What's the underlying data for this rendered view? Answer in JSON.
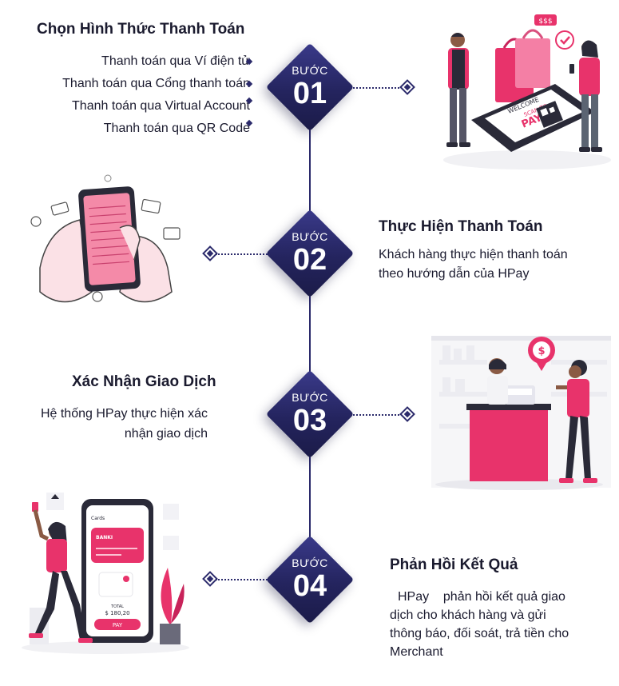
{
  "steps": [
    {
      "word": "BƯỚC",
      "number": "01",
      "title": "Chọn Hình Thức Thanh Toán",
      "items": [
        "Thanh toán qua Ví điện tử",
        "Thanh toán qua Cổng thanh toán",
        "Thanh toán qua Virtual Account",
        "Thanh toán qua QR Code"
      ]
    },
    {
      "word": "BƯỚC",
      "number": "02",
      "title": "Thực Hiện Thanh Toán",
      "description_line1": "Khách hàng thực hiện thanh toán",
      "description_line2": "theo hướng dẫn của HPay"
    },
    {
      "word": "BƯỚC",
      "number": "03",
      "title": "Xác Nhận Giao Dịch",
      "description_line1": "Hệ thống HPay thực hiện xác",
      "description_line2": "nhận giao dịch"
    },
    {
      "word": "BƯỚC",
      "number": "04",
      "title": "Phản Hồi Kết Quả",
      "description_line1": "HPay    phản hồi kết quả giao",
      "description_line2": "dịch cho khách hàng và gửi",
      "description_line3": "thông báo, đối soát, trả tiền cho",
      "description_line4": "Merchant"
    }
  ],
  "illustrations": {
    "pos_terminal": {
      "welcome": "WELCOME",
      "scan": "SCAN TO",
      "pay": "PAY",
      "price_tag": "$$$"
    },
    "phone_card": {
      "header": "Cards",
      "bank": "BANKI",
      "total_label": "TOTAL",
      "total_value": "$ 180,20",
      "pay_button": "PAY"
    }
  },
  "colors": {
    "navy": "#2b2a6b",
    "pink": "#e8336b"
  }
}
